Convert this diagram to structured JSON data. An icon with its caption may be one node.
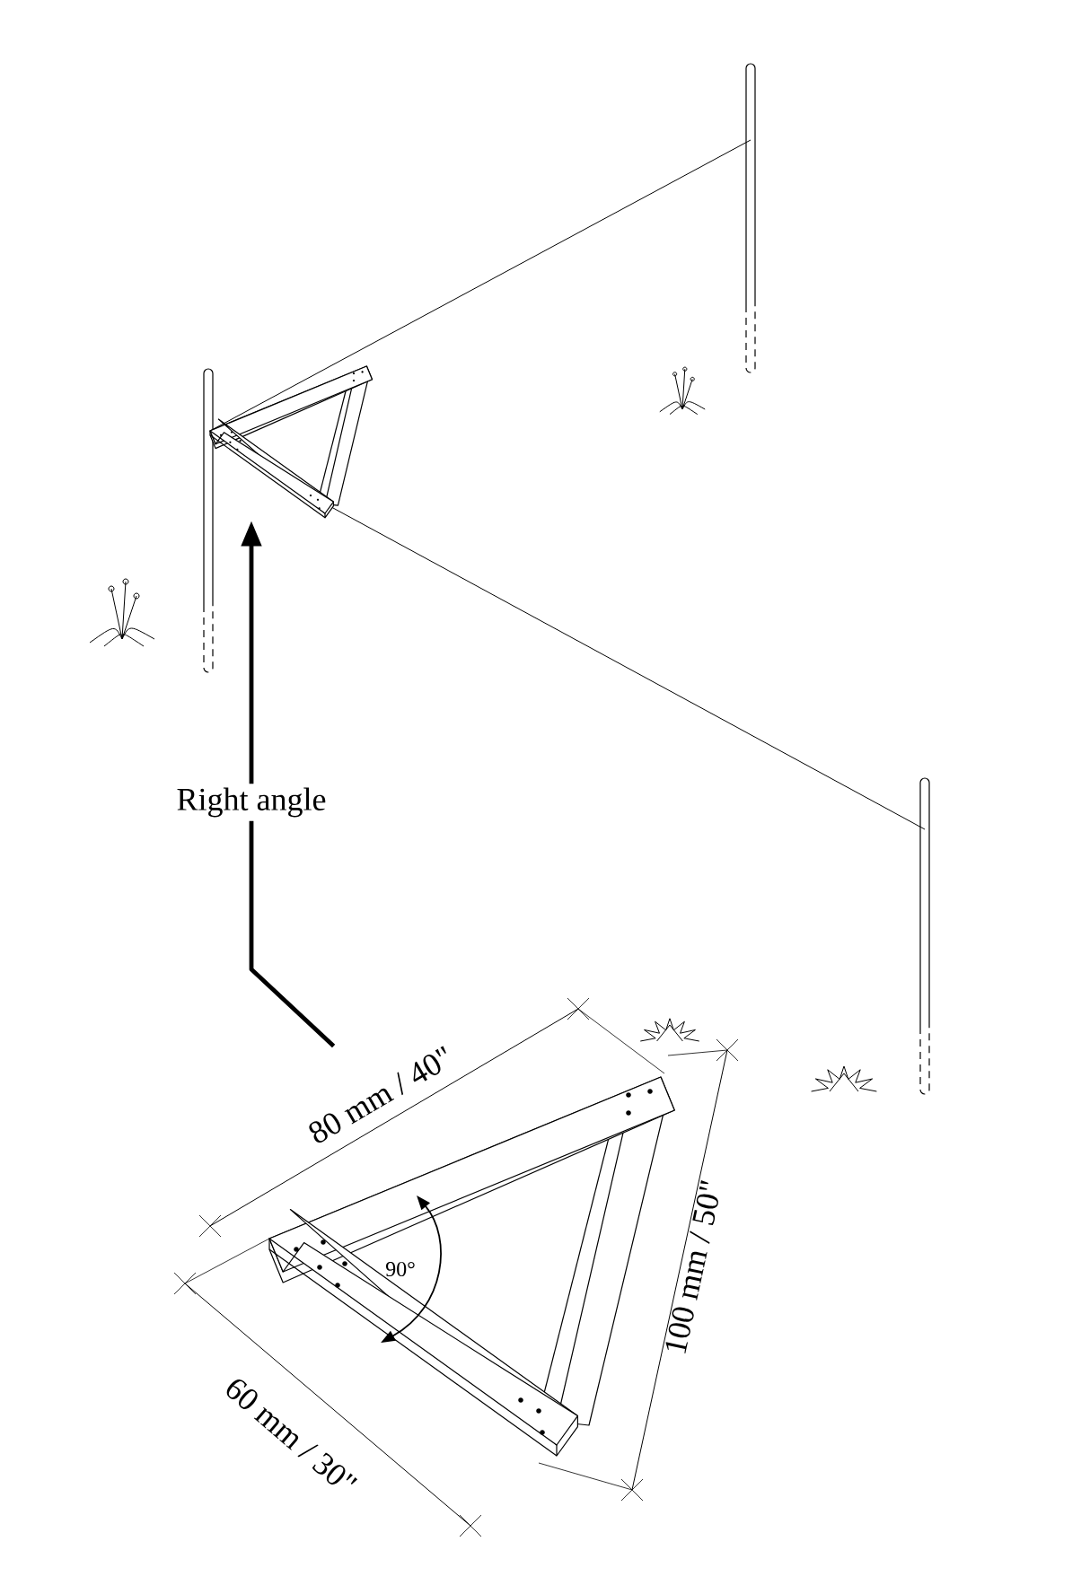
{
  "diagram": {
    "nodes": [
      {
        "text": [
          "Right angle"
        ]
      },
      {
        "text": [],
        "shape": "picture"
      },
      {
        "text": [],
        "shape": "picture"
      }
    ],
    "edges": [
      {
        "from": 0,
        "to": 1,
        "arrow": "to"
      },
      {
        "from": 2,
        "to": 0,
        "arrow": "none"
      }
    ],
    "labels": [
      "80 mm / 40\"",
      "100 mm / 50\"",
      "90°",
      "60 mm / 30\""
    ]
  }
}
